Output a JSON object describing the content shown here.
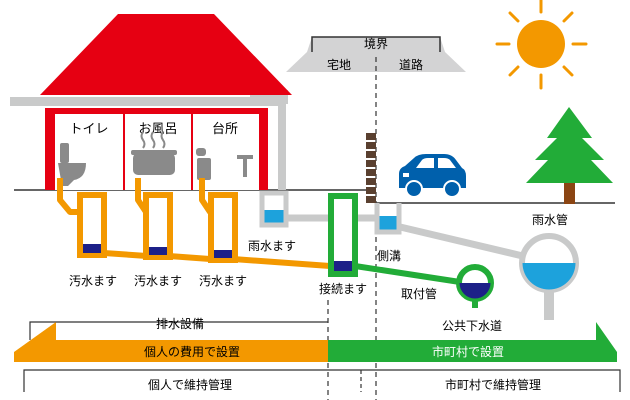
{
  "boundary": {
    "title": "境界",
    "residential": "宅地",
    "road": "道路"
  },
  "rooms": {
    "toilet": "トイレ",
    "bath": "お風呂",
    "kitchen": "台所"
  },
  "labels": {
    "sewage_basin": "汚水ます",
    "rain_basin": "雨水ます",
    "connection_basin": "接続ます",
    "side_ditch": "側溝",
    "attachment_pipe": "取付管",
    "public_sewer": "公共下水道",
    "storm_pipe": "雨水管"
  },
  "scope": {
    "drainage_title": "排水設備",
    "private_cost": "個人の費用で設置",
    "municipal_install": "市町村で設置",
    "private_maintenance": "個人で維持管理",
    "municipal_maintenance": "市町村で維持管理"
  },
  "colors": {
    "roof": "#e60012",
    "house_outline": "#e60012",
    "private_pipe": "#f39800",
    "public_pipe": "#22ac38",
    "storm_pipe": "#c9caca",
    "water": "#1da2dc",
    "sewage": "#1d2088",
    "car": "#0060ac",
    "sun": "#f39800",
    "tree": "#22ac38",
    "trunk": "#8b4513",
    "boundary_box": "#d3d3d4"
  },
  "icons": [
    "toilet-icon",
    "bathtub-icon",
    "kitchen-faucet-icon",
    "car-icon",
    "sun-icon",
    "tree-icon"
  ]
}
